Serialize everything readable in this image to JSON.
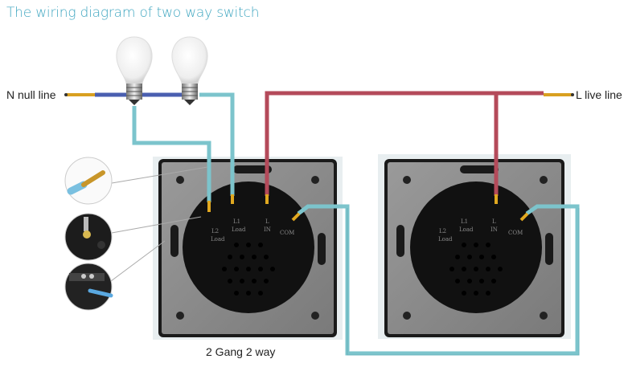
{
  "title": "The wiring diagram of two way switch",
  "labels": {
    "neutral": "N null line",
    "live": "L live line",
    "caption": "2 Gang 2 way"
  },
  "colors": {
    "title": "#3fa6c0",
    "neutral_wire": "#4a5fb0",
    "live_wire": "#b44a5a",
    "load_wire": "#7cc4cc",
    "copper": "#d9a020",
    "panel": "#8e8e8e",
    "module": "#111111"
  },
  "switch_left": {
    "terminals": [
      {
        "top": "L2",
        "bottom": "Load"
      },
      {
        "top": "L1",
        "bottom": "Load"
      },
      {
        "top": "L",
        "bottom": "IN"
      },
      {
        "top": "",
        "bottom": "COM"
      }
    ]
  },
  "switch_right": {
    "terminals": [
      {
        "top": "L2",
        "bottom": "Load"
      },
      {
        "top": "L1",
        "bottom": "Load"
      },
      {
        "top": "L",
        "bottom": "IN"
      },
      {
        "top": "",
        "bottom": "COM"
      }
    ]
  },
  "insets": [
    "stripped-wire",
    "terminal-screw",
    "wire-insertion"
  ]
}
